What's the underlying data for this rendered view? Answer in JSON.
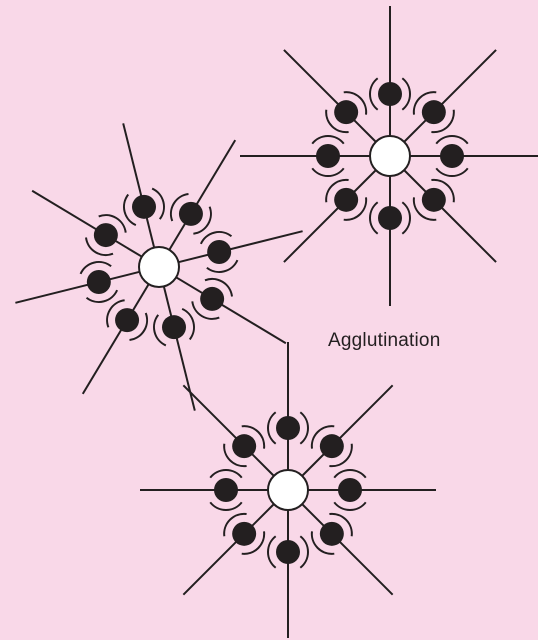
{
  "label": "Agglutination",
  "colors": {
    "background": "#f9d8e8",
    "line": "#231f20",
    "dot": "#231f20",
    "center": "#ffffff"
  },
  "clusters": [
    {
      "id": "cluster-top-right",
      "spokes": 8
    },
    {
      "id": "cluster-left",
      "spokes": 8
    },
    {
      "id": "cluster-bottom",
      "spokes": 8
    }
  ]
}
